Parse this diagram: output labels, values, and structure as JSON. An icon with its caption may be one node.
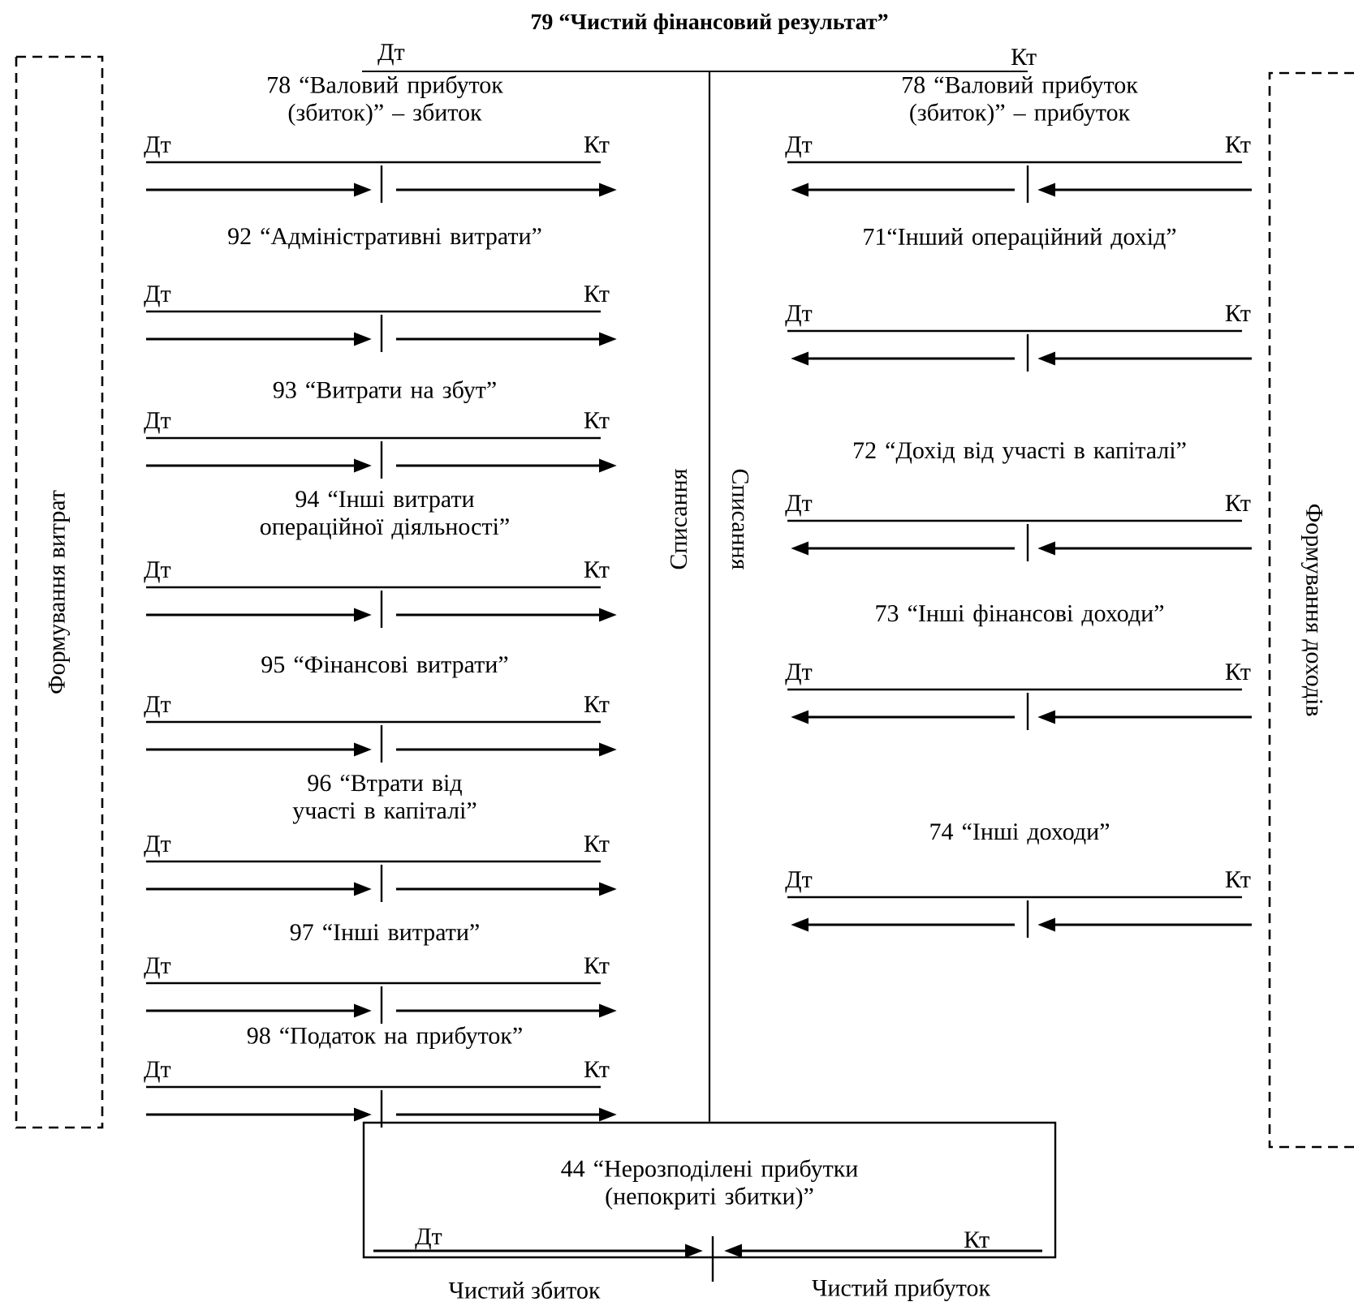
{
  "diagram": {
    "nodes": [
      {
        "text": [
          "79 “Чистий фінансовий результат”",
          "Дт",
          "Кт"
        ]
      },
      {
        "text": [
          "Формування витрат"
        ]
      },
      {
        "text": [
          "78 “Валовий прибуток (збиток)” – збиток",
          "Дт",
          "Кт"
        ]
      },
      {
        "text": [
          "92 “Адміністративні витрати”",
          "Дт",
          "Кт"
        ]
      },
      {
        "text": [
          "93 “Витрати на збут”",
          "Дт",
          "Кт"
        ]
      },
      {
        "text": [
          "94 “Інші витрати операційної діяльності”",
          "Дт",
          "Кт"
        ]
      },
      {
        "text": [
          "95 “Фінансові витрати”",
          "Дт",
          "Кт"
        ]
      },
      {
        "text": [
          "96 “Втрати від участі в капіталі”",
          "Дт",
          "Кт"
        ]
      },
      {
        "text": [
          "97 “Інші витрати”",
          "Дт",
          "Кт"
        ]
      },
      {
        "text": [
          "98 “Податок на прибуток”",
          "Дт",
          "Кт"
        ]
      },
      {
        "text": [
          "Формування доходів"
        ]
      },
      {
        "text": [
          "78 “Валовий прибуток (збиток)” – прибуток",
          "Дт",
          "Кт"
        ]
      },
      {
        "text": [
          "71“Інший операційний дохід”",
          "Дт",
          "Кт"
        ]
      },
      {
        "text": [
          "72 “Дохід від участі в капіталі”",
          "Дт",
          "Кт"
        ]
      },
      {
        "text": [
          "73 “Інші фінансові доходи”",
          "Дт",
          "Кт"
        ]
      },
      {
        "text": [
          "74 “Інші доходи”",
          "Дт",
          "Кт"
        ]
      },
      {
        "text": [
          "44 “Нерозподілені прибутки (непокриті збитки)”",
          "Дт",
          "Кт"
        ]
      }
    ],
    "edges": [
      {
        "from": 0,
        "to": 16,
        "arrow": "none"
      }
    ],
    "labels": [
      "Списання",
      "Списання",
      "Чистий збиток",
      "Чистий прибуток"
    ]
  }
}
